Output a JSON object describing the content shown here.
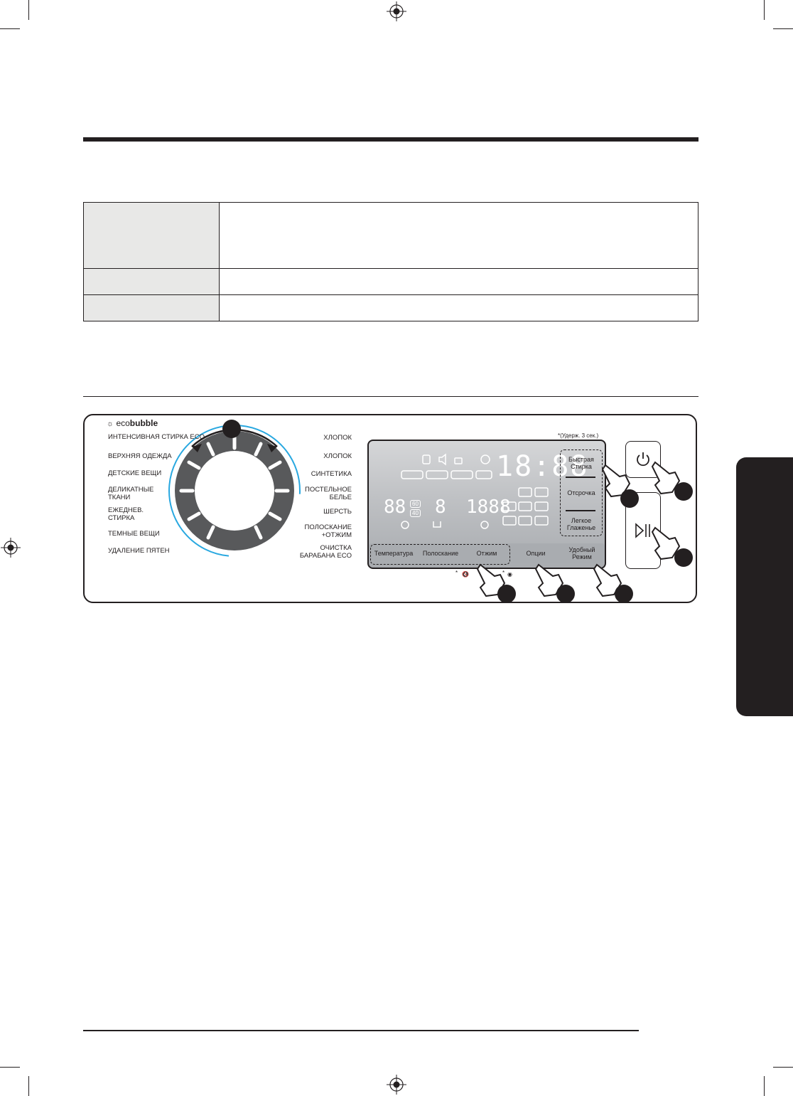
{
  "panel": {
    "brand": {
      "prefix": "eco",
      "suffix": "bubble",
      "icon": "bubble-shirt-icon"
    },
    "programs_left": [
      "ИНТЕНСИВНАЯ СТИРКА ECO",
      "ВЕРХНЯЯ ОДЕЖДА",
      "ДЕТСКИЕ ВЕЩИ",
      "ДЕЛИКАТНЫЕ\nТКАНИ",
      "ЕЖЕДНЕВ.\nСТИРКА",
      "ТЕМНЫЕ ВЕЩИ",
      "УДАЛЕНИЕ ПЯТЕН"
    ],
    "programs_right": [
      "ХЛОПОК",
      "ХЛОПОК",
      "СИНТЕТИКА",
      "ПОСТЕЛЬНОЕ\nБЕЛЬЕ",
      "ШЕРСТЬ",
      "ПОЛОСКАНИЕ\n+ОТЖИМ",
      "ОЧИСТКА\nБАРАБАНА ECO"
    ],
    "display": {
      "time": "18:88",
      "temp_digits": "88",
      "rinse_digit": "8",
      "spin_digits": "1888",
      "temp_badges": [
        "60",
        "40"
      ]
    },
    "buttons_bottom": [
      "Температура",
      "Полоскание",
      "Отжим",
      "Опции",
      "Удобный\nРежим"
    ],
    "buttons_right": [
      "Быстрая\nСтирка",
      "Отсрочка",
      "Легкое\nГлаженье"
    ],
    "hold_hint": "*(Удерж. 3 сек.)",
    "mute_hint": "*",
    "lock_hint": "*",
    "colors": {
      "ink": "#231f20",
      "dial_ring": "#29a8e0",
      "dial_body": "#58595b",
      "display_bg": "#bfc1c4",
      "tab_fill": "#e8e8e7"
    }
  }
}
